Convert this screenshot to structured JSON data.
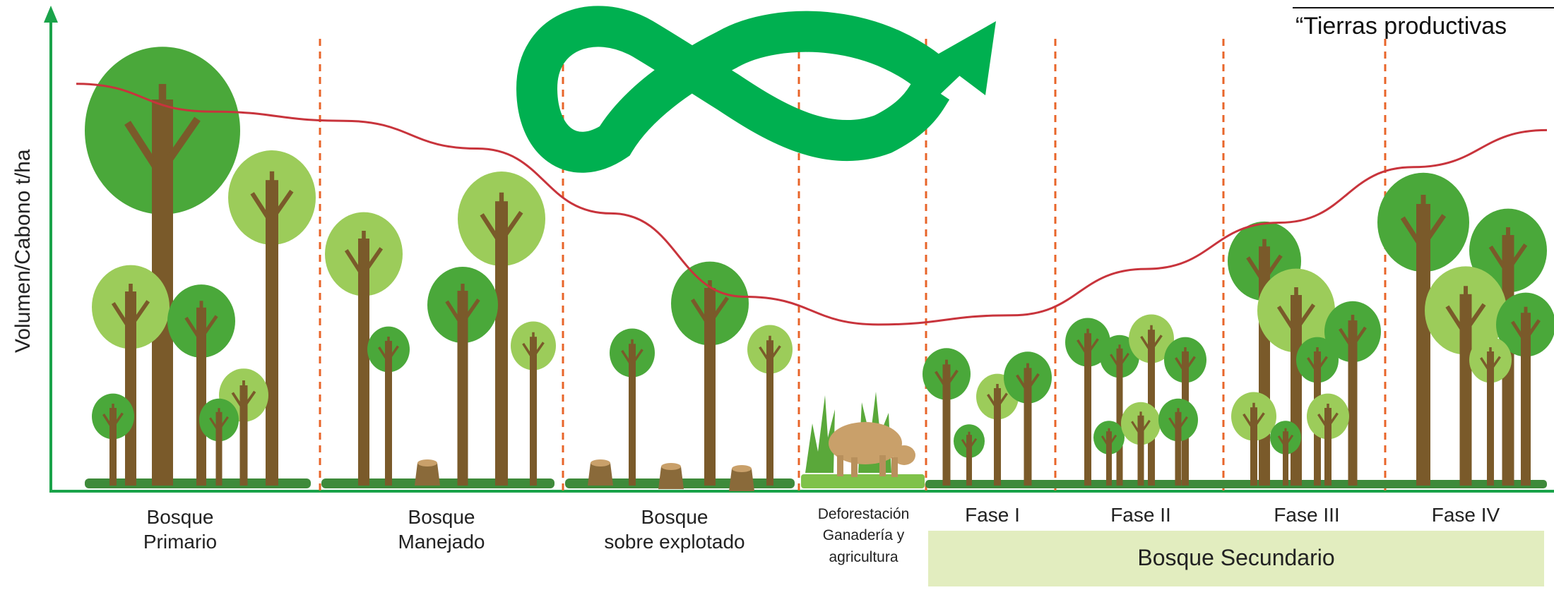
{
  "header_note": "“Tierras productivas",
  "y_axis_label": "Volumen/Cabono t/ha",
  "stages": [
    {
      "label_line1": "Bosque",
      "label_line2": "Primario"
    },
    {
      "label_line1": "Bosque",
      "label_line2": "Manejado"
    },
    {
      "label_line1": "Bosque",
      "label_line2": "sobre explotado"
    },
    {
      "label_line1": "Deforestación",
      "label_line2": "Ganadería y",
      "label_line3": "agricultura"
    },
    {
      "label_line1": "Fase I"
    },
    {
      "label_line1": "Fase II"
    },
    {
      "label_line1": "Fase III"
    },
    {
      "label_line1": "Fase IV"
    }
  ],
  "secondary_forest_label": "Bosque Secundario",
  "curve_levels": [
    0.88,
    0.82,
    0.8,
    0.74,
    0.6,
    0.42,
    0.36,
    0.38,
    0.48,
    0.58,
    0.7,
    0.78
  ],
  "colors": {
    "axis": "#1aa34a",
    "curve": "#c8343c",
    "divider": "#e8652a",
    "infinity_arrow": "#00b050",
    "trunk": "#7a5a2a",
    "leaf_dark": "#4aa83a",
    "leaf_mid": "#6bbb4a",
    "leaf_light": "#9ccc5a",
    "ground": "#3e8a3a",
    "band": "#e2edbf"
  },
  "icons": [
    "infinity-arrow-icon",
    "cow-icon",
    "stump-icon",
    "tree-icon"
  ]
}
